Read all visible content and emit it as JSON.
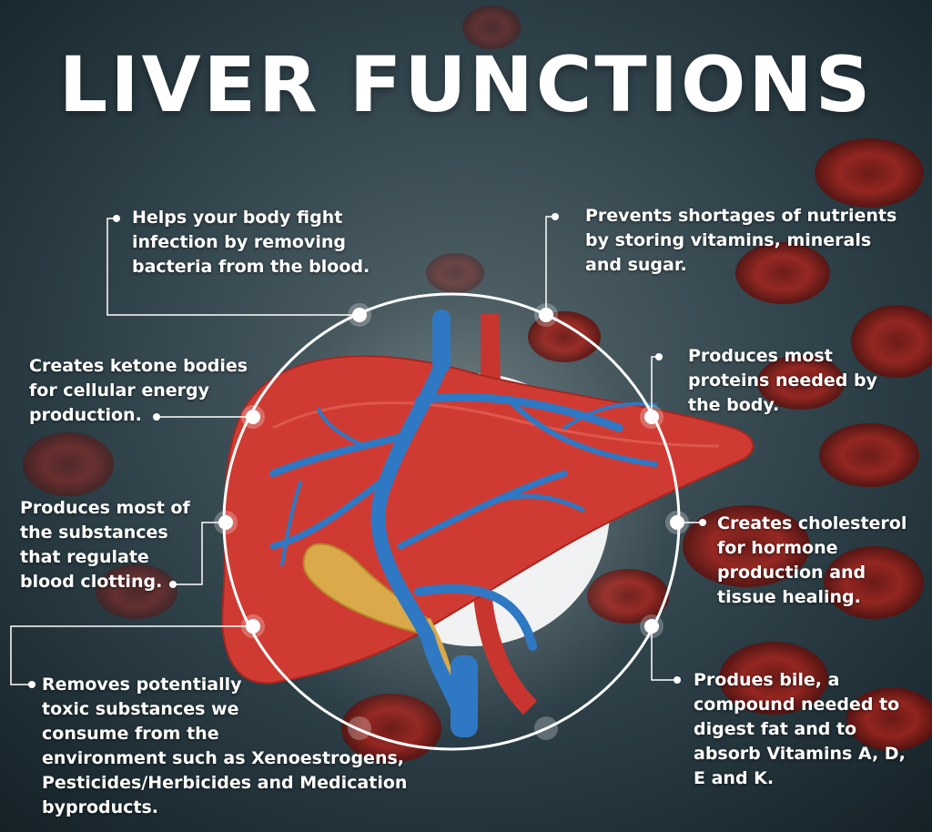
{
  "title": "LIVER FUNCTIONS",
  "functions": [
    {
      "text": "Helps your body fight\ninfection by removing\nbacteria from the blood."
    },
    {
      "text": "Prevents shortages of nutrients\nby storing vitamins, minerals\nand sugar."
    },
    {
      "text": "Creates ketone bodies\nfor cellular energy\nproduction."
    },
    {
      "text": "Produces most\nproteins needed by\nthe body."
    },
    {
      "text": "Produces most of\nthe substances\nthat regulate\nblood clotting."
    },
    {
      "text": "Creates cholesterol\nfor hormone\nproduction and\ntissue healing."
    },
    {
      "text": "Removes potentially\ntoxic substances we\nconsume from the\nenvironment such as Xenoestrogens,\nPesticides/Herbicides and Medication\nbyproducts."
    },
    {
      "text": "Produes bile, a\ncompound needed to\ndigest fat and to\nabsorb Vitamins A, D,\nE and K."
    }
  ],
  "colors": {
    "liver": "#cf3b33",
    "vein": "#2f78c4",
    "artery": "#d0403a",
    "gallbladder": "#d9a94a",
    "connector": "#ffffff"
  }
}
